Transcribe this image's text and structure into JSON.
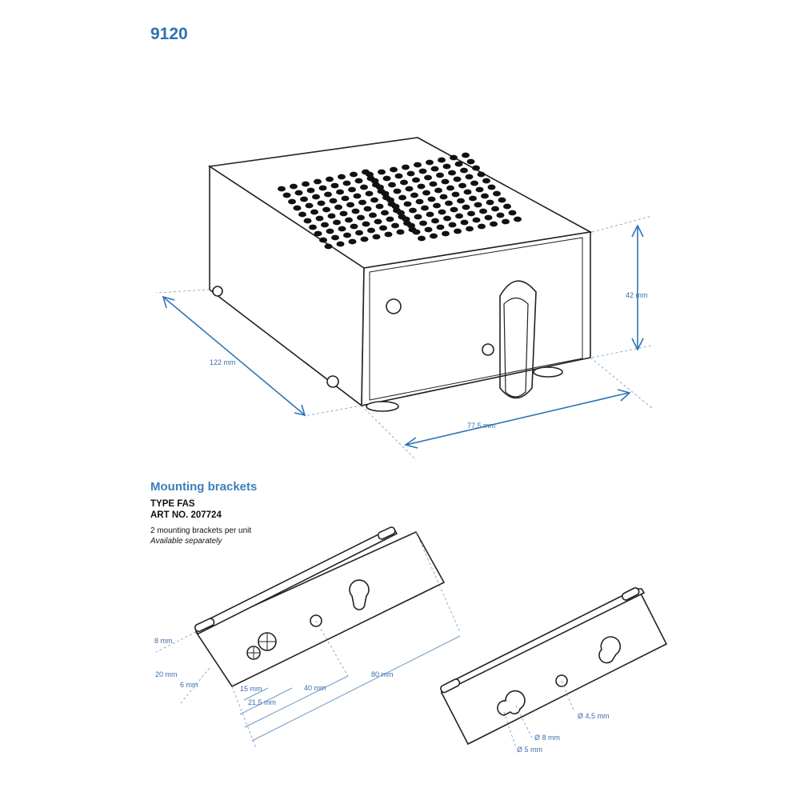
{
  "title": "9120",
  "dimensions": {
    "depth": "122 mm",
    "width": "77,5 mm",
    "height": "42 mm"
  },
  "brackets": {
    "heading": "Mounting brackets",
    "type": "TYPE FAS",
    "art_no": "ART NO. 207724",
    "note": "2 mounting brackets per unit",
    "availability": "Available separately",
    "dims": {
      "d8": "8 mm",
      "d20": "20 mm",
      "d6": "6 mm",
      "d15": "15 mm",
      "d21": "21,5 mm",
      "d40": "40 mm",
      "d80": "80 mm",
      "hole45": "Ø 4,5 mm",
      "hole8": "Ø 8 mm",
      "hole5": "Ø 5 mm"
    }
  },
  "colors": {
    "accent": "#2f72b3"
  }
}
